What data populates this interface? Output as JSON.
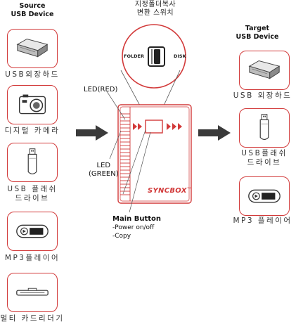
{
  "source": {
    "heading_line1": "Source",
    "heading_line2": "USB Device"
  },
  "target": {
    "heading_line1": "Target",
    "heading_line2": "USB Device"
  },
  "switch": {
    "caption_line1": "지정폴더복사",
    "caption_line2": "변환 스위치",
    "folder_label": "FOLDER",
    "disk_label": "DISK"
  },
  "device": {
    "brand": "SYNCBOX",
    "trademark": "™"
  },
  "labels": {
    "led_red": "LED(RED)",
    "led_green_line1": "LED",
    "led_green_line2": "(GREEN)",
    "main_button_title": "Main Button",
    "main_button_func1": "-Power on/off",
    "main_button_func2": "-Copy"
  },
  "source_items": [
    {
      "caption": "USB외장하드",
      "icon": "external-hdd-icon"
    },
    {
      "caption": "디지털 카메라",
      "icon": "digital-camera-icon"
    },
    {
      "caption_line1": "USB 플래쉬",
      "caption_line2": "드라이브",
      "icon": "usb-flash-drive-icon"
    },
    {
      "caption": "MP3플레이어",
      "icon": "mp3-player-icon"
    },
    {
      "caption": "멀티 카드리더기",
      "icon": "card-reader-icon"
    }
  ],
  "target_items": [
    {
      "caption": "USB 외장하드",
      "icon": "external-hdd-icon"
    },
    {
      "caption_line1": "USB플래쉬",
      "caption_line2": "드라이브",
      "icon": "usb-flash-drive-icon"
    },
    {
      "caption": "MP3 플레이어",
      "icon": "mp3-player-icon"
    }
  ],
  "colors": {
    "accent_red": "#d23a3a",
    "arrow": "#3a3a3a"
  }
}
